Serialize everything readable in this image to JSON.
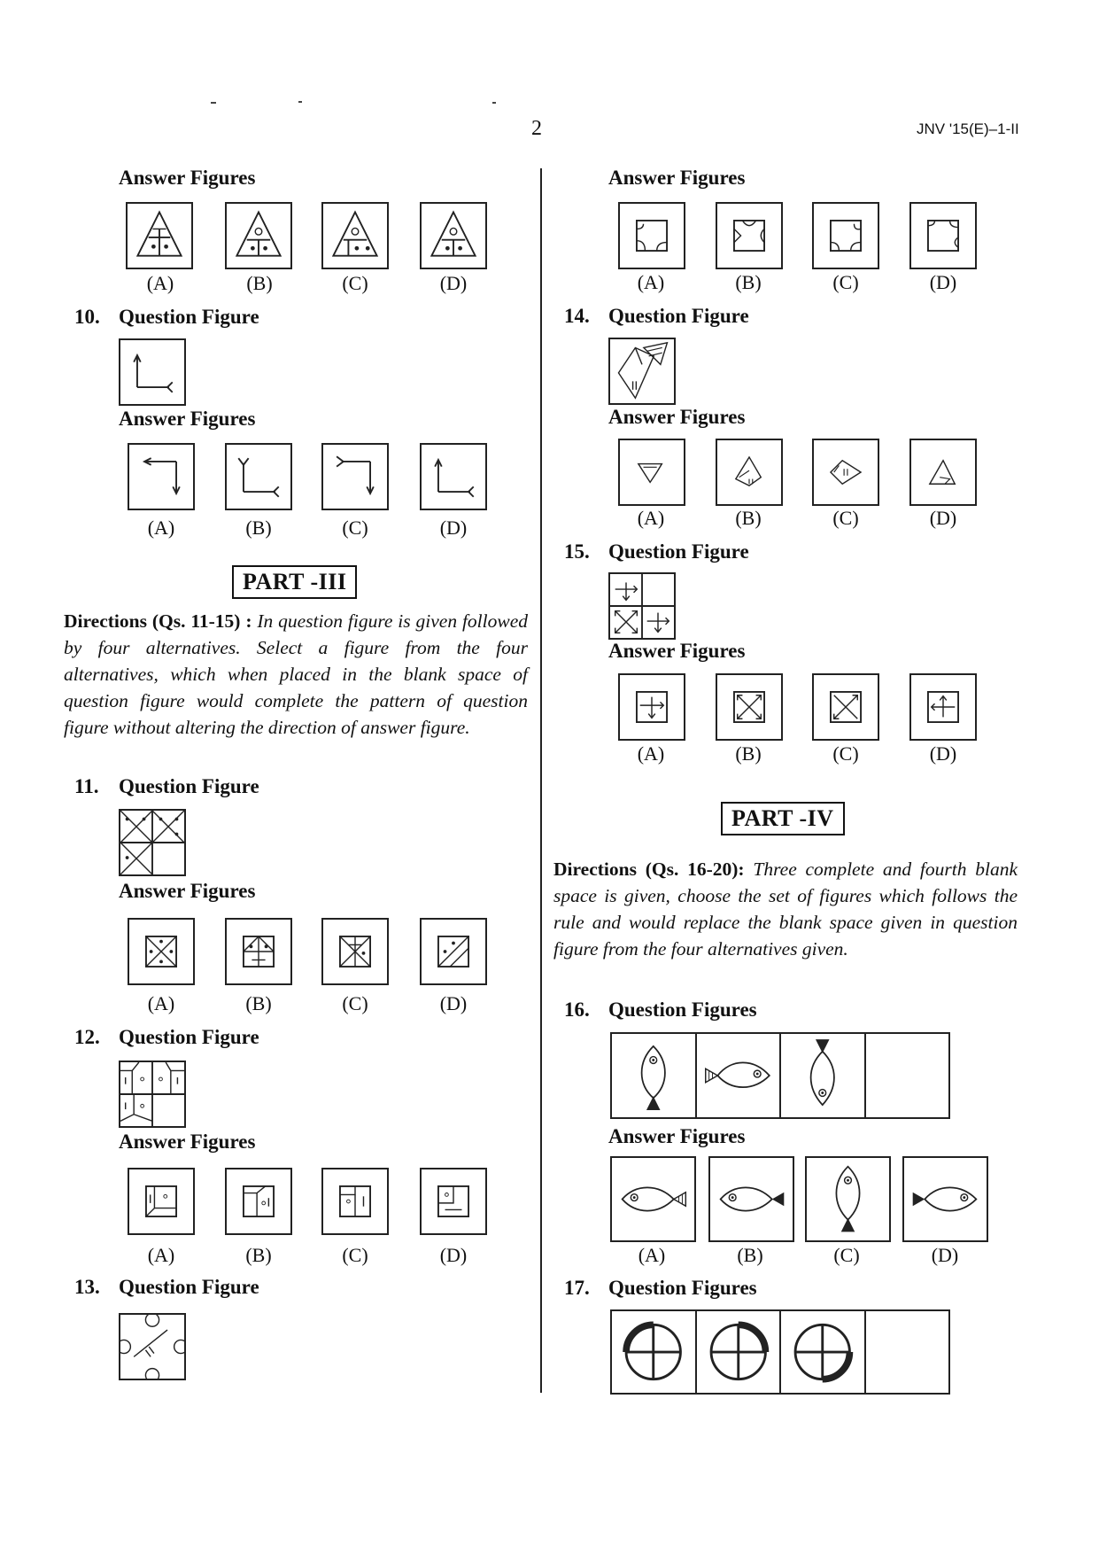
{
  "header": {
    "page_number": "2",
    "paper_code": "JNV '15(E)–1-II"
  },
  "labels": {
    "answer_figures": "Answer Figures",
    "question_figure": "Question Figure",
    "question_figures": "Question Figures"
  },
  "options": [
    "(A)",
    "(B)",
    "(C)",
    "(D)"
  ],
  "questions": {
    "q10": "10.",
    "q11": "11.",
    "q12": "12.",
    "q13": "13.",
    "q14": "14.",
    "q15": "15.",
    "q16": "16.",
    "q17": "17."
  },
  "parts": {
    "part3": "PART -III",
    "part4": "PART -IV"
  },
  "directions": {
    "d1_head": "Directions (Qs. 11-15) :",
    "d1_text": "In question figure is given followed by four alternatives. Select a figure from the four alternatives, which when placed in the blank space of question figure would complete the pattern of question figure without altering the direction of answer figure.",
    "d2_head": "Directions (Qs. 16-20):",
    "d2_text": "Three complete and fourth blank space is given, choose the set of figures which follows the rule and would replace the blank space given in question figure from the four alternatives given."
  },
  "icons": {
    "triangle": "triangle-figure-icon",
    "arrow": "arrow-corner-icon",
    "fish": "fish-icon",
    "circle": "circle-cross-icon"
  }
}
